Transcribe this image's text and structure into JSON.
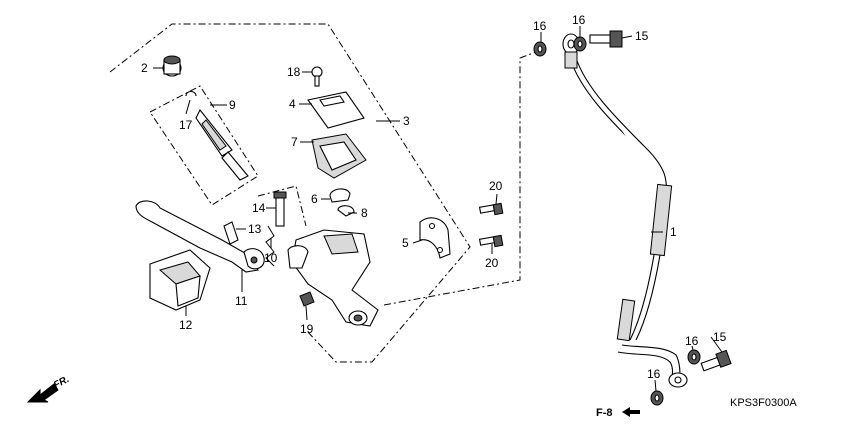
{
  "parts": [
    {
      "id": "callout-1",
      "number": "1"
    },
    {
      "id": "callout-2",
      "number": "2"
    },
    {
      "id": "callout-3",
      "number": "3"
    },
    {
      "id": "callout-4",
      "number": "4"
    },
    {
      "id": "callout-5",
      "number": "5"
    },
    {
      "id": "callout-6",
      "number": "6"
    },
    {
      "id": "callout-7",
      "number": "7"
    },
    {
      "id": "callout-8",
      "number": "8"
    },
    {
      "id": "callout-9",
      "number": "9"
    },
    {
      "id": "callout-10",
      "number": "10"
    },
    {
      "id": "callout-11",
      "number": "11"
    },
    {
      "id": "callout-12",
      "number": "12"
    },
    {
      "id": "callout-13",
      "number": "13"
    },
    {
      "id": "callout-14",
      "number": "14"
    },
    {
      "id": "callout-15-top",
      "number": "15"
    },
    {
      "id": "callout-15-bottom",
      "number": "15"
    },
    {
      "id": "callout-16-top-left",
      "number": "16"
    },
    {
      "id": "callout-16-top-right",
      "number": "16"
    },
    {
      "id": "callout-16-bottom-right",
      "number": "16"
    },
    {
      "id": "callout-16-bottom-left",
      "number": "16"
    },
    {
      "id": "callout-17",
      "number": "17"
    },
    {
      "id": "callout-18",
      "number": "18"
    },
    {
      "id": "callout-19",
      "number": "19"
    },
    {
      "id": "callout-20-top",
      "number": "20"
    },
    {
      "id": "callout-20-bottom",
      "number": "20"
    }
  ],
  "direction_label": "FR.",
  "reference_label": "F-8",
  "diagram_code": "KPS3F0300A"
}
